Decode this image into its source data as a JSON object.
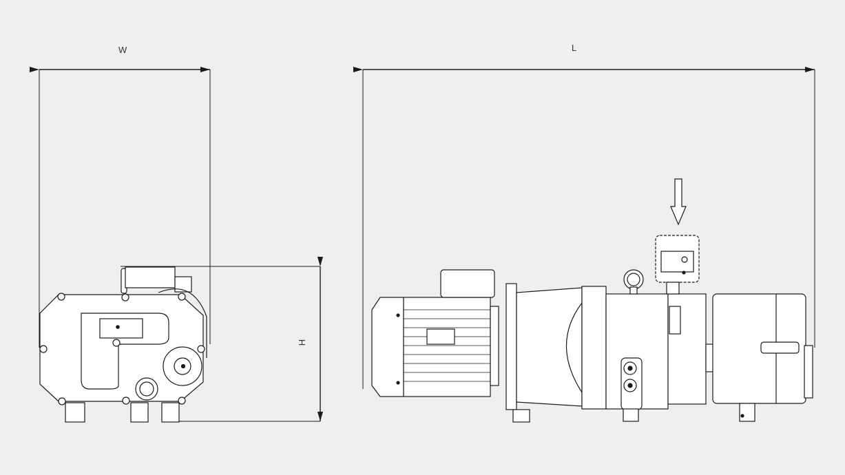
{
  "dimensions": {
    "width_label": "W",
    "length_label": "L",
    "height_label": "H"
  },
  "colors": {
    "background": "#efefef",
    "line": "#1a1a1a",
    "fill": "#ffffff"
  }
}
